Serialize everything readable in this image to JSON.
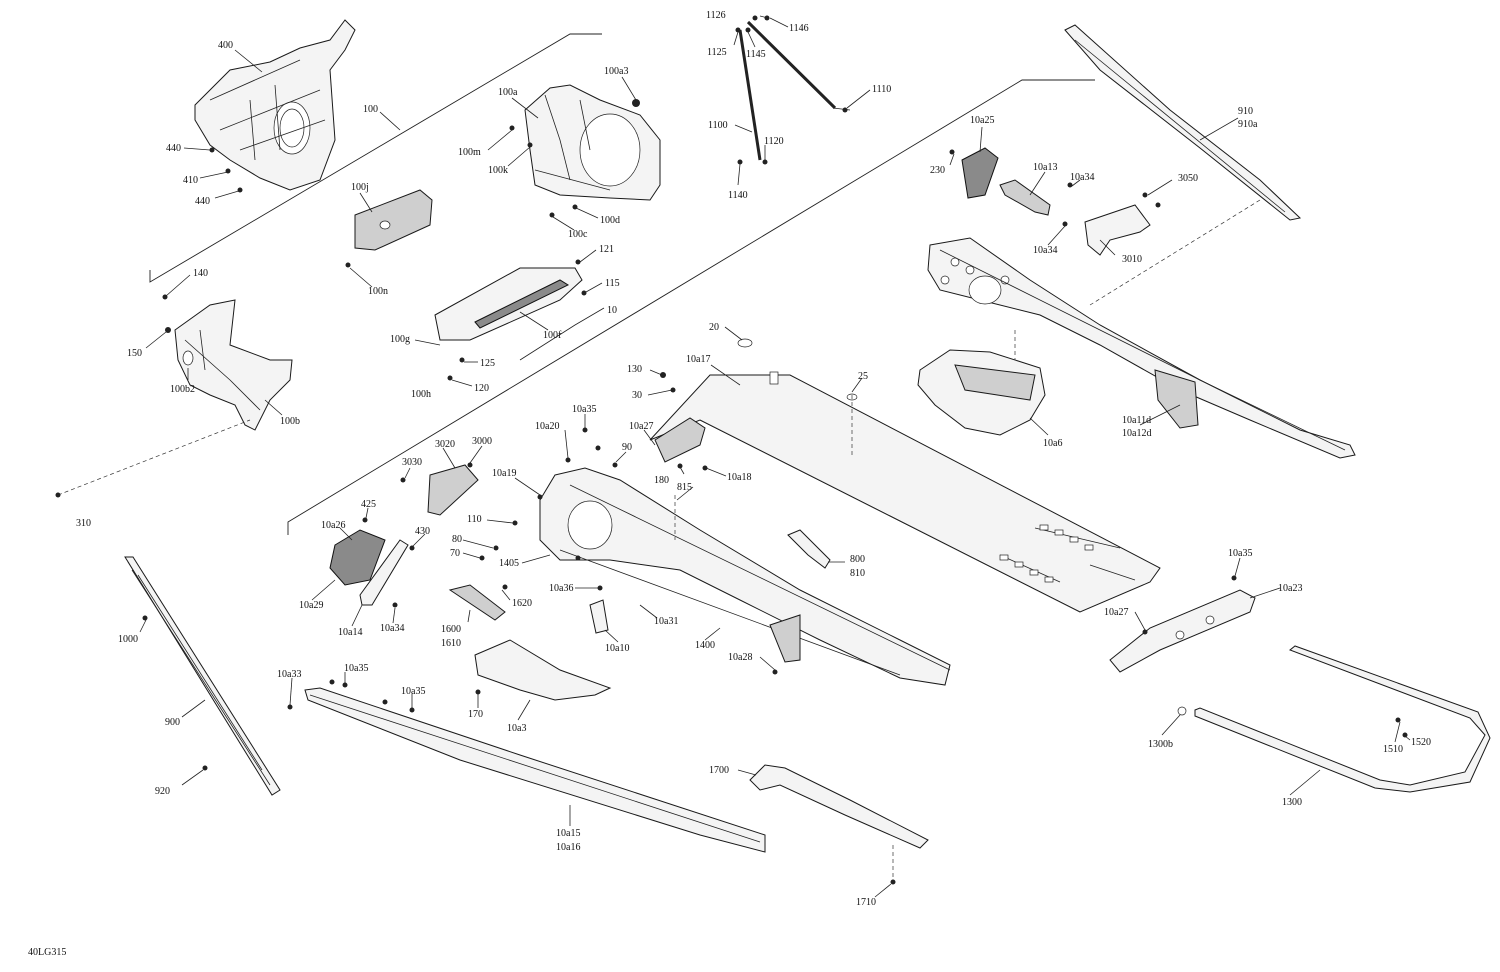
{
  "drawing_code": "40LG315",
  "labels": {
    "p400": "400",
    "p440a": "440",
    "p410": "410",
    "p440b": "440",
    "p100": "100",
    "p100a": "100a",
    "p100a3": "100a3",
    "p100m": "100m",
    "p100k": "100k",
    "p100d": "100d",
    "p100c": "100c",
    "p100j": "100j",
    "p100n": "100n",
    "p121": "121",
    "p115": "115",
    "p10": "10",
    "p100f": "100f",
    "p100g": "100g",
    "p125": "125",
    "p120": "120",
    "p100h": "100h",
    "p140": "140",
    "p150": "150",
    "p100b2": "100b2",
    "p100b": "100b",
    "p310": "310",
    "p1126": "1126",
    "p1146": "1146",
    "p1125": "1125",
    "p1145": "1145",
    "p1110": "1110",
    "p1100": "1100",
    "p1120": "1120",
    "p1140": "1140",
    "p910": "910",
    "p910a": "910a",
    "p10a25": "10a25",
    "p230": "230",
    "p10a13": "10a13",
    "p10a34a": "10a34",
    "p3050": "3050",
    "p10a34b": "10a34",
    "p3010": "3010",
    "p20": "20",
    "p10a17": "10a17",
    "p130": "130",
    "p30": "30",
    "p25": "25",
    "p10a6": "10a6",
    "p10a11d": "10a11d",
    "p10a12d": "10a12d",
    "p10a35a": "10a35",
    "p10a20": "10a20",
    "p10a27a": "10a27",
    "p90": "90",
    "p180": "180",
    "p10a18": "10a18",
    "p815": "815",
    "p3020": "3020",
    "p3000": "3000",
    "p3030": "3030",
    "p10a19": "10a19",
    "p425": "425",
    "p10a26": "10a26",
    "p430": "430",
    "p110": "110",
    "p80": "80",
    "p70": "70",
    "p1405": "1405",
    "p10a29": "10a29",
    "p10a14": "10a14",
    "p10a34c": "10a34",
    "p1620": "1620",
    "p1600": "1600",
    "p1610": "1610",
    "p10a36": "10a36",
    "p10a10": "10a10",
    "p10a31": "10a31",
    "p1400": "1400",
    "p10a28": "10a28",
    "p800": "800",
    "p810": "810",
    "p10a35b": "10a35",
    "p10a23": "10a23",
    "p10a27b": "10a27",
    "p1000": "1000",
    "p900": "900",
    "p920": "920",
    "p10a33": "10a33",
    "p10a35c": "10a35",
    "p10a35d": "10a35",
    "p170": "170",
    "p10a3": "10a3",
    "p10a15": "10a15",
    "p10a16": "10a16",
    "p1700": "1700",
    "p1710": "1710",
    "p1300b": "1300b",
    "p1510": "1510",
    "p1520": "1520",
    "p1300": "1300"
  }
}
